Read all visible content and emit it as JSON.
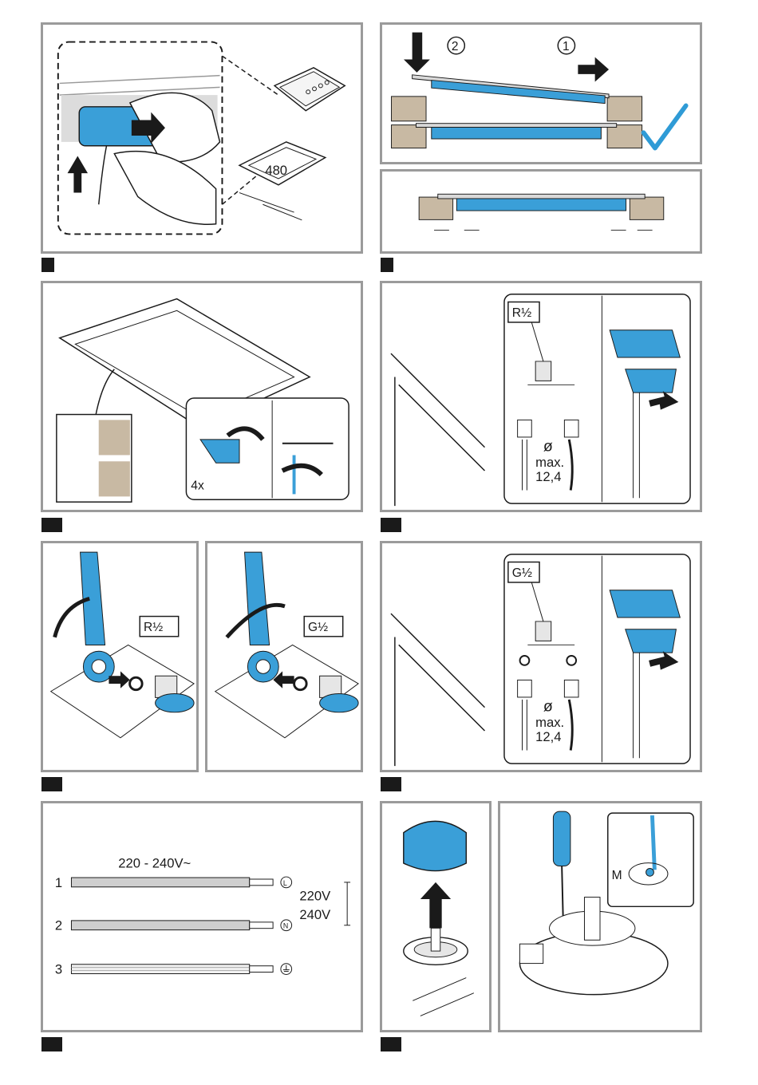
{
  "colors": {
    "accent_blue": "#3a9fd8",
    "light_blue": "#a7d3ef",
    "frame_grey": "#9b9b9b",
    "check_blue": "#2f9bd6"
  },
  "panels": {
    "install_cutout": {
      "cutout_dimension": "480"
    },
    "placement": {
      "step_one": "1",
      "step_two": "2"
    },
    "gas_connect_r": {
      "thread_label": "R½",
      "diameter_symbol": "ø",
      "max_label": "max.",
      "max_value": "12,4"
    },
    "fixing_clamps": {
      "count_label": "4x"
    },
    "adapters": {
      "thread_r": "R½",
      "thread_g": "G½"
    },
    "gas_connect_g": {
      "thread_label": "G½",
      "diameter_symbol": "ø",
      "max_label": "max.",
      "max_value": "12,4"
    },
    "electrical": {
      "voltage_range": "220 - 240V~",
      "wire_labels": [
        "1",
        "2",
        "3"
      ],
      "terminal_l": "L",
      "terminal_n": "N",
      "voltage_220": "220V",
      "voltage_240": "240V"
    },
    "burner_adjust": {
      "screw_label": "M"
    }
  },
  "icons": [
    "arrow-icon",
    "checkmark-icon",
    "wrench-icon",
    "control-knob-icon",
    "screwdriver-icon",
    "earth-symbol-icon"
  ]
}
